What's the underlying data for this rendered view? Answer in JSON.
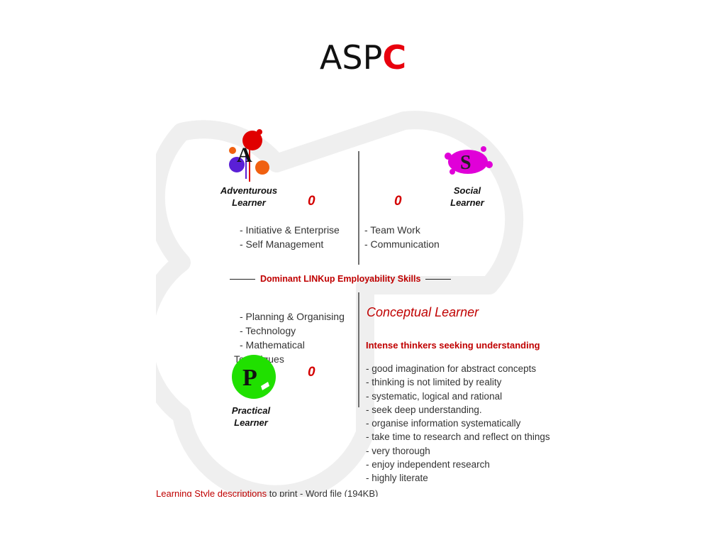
{
  "slide": {
    "title_main": "ASP",
    "title_accent": "C"
  },
  "quadrants": {
    "adventurous": {
      "letter": "A",
      "label": "Adventurous\nLearner",
      "score": "0",
      "skills": [
        "- Initiative & Enterprise",
        "- Self Management"
      ]
    },
    "social": {
      "letter": "S",
      "label": "Social\nLearner",
      "score": "0",
      "skills": [
        "- Team Work",
        "- Communication"
      ]
    },
    "practical": {
      "letter": "P",
      "label": "Practical\nLearner",
      "score": "0",
      "skills": [
        "- Planning & Organising",
        "- Technology",
        "- Mathematical",
        "Techniques"
      ]
    }
  },
  "dominant_label": "Dominant LINKup Employability Skills",
  "conceptual": {
    "title": "Conceptual Learner",
    "subtitle": "Intense thinkers seeking understanding",
    "traits": [
      "- good imagination for abstract concepts",
      "- thinking is not limited by reality",
      "- systematic, logical and rational",
      "- seek deep understanding.",
      "- organise information systematically",
      "- take time to research and reflect on things",
      "- very thorough",
      "- enjoy independent research",
      "- highly literate"
    ]
  },
  "footer": {
    "link_text": "Learning Style descriptions",
    "rest_text": " to print - Word file (194KB)"
  },
  "colors": {
    "accent": "#e8000d",
    "score": "#d40000",
    "dominant": "#c00000",
    "social_splat": "#e000d8",
    "practical_circle": "#20e000",
    "bg_shape": "#efefef"
  }
}
